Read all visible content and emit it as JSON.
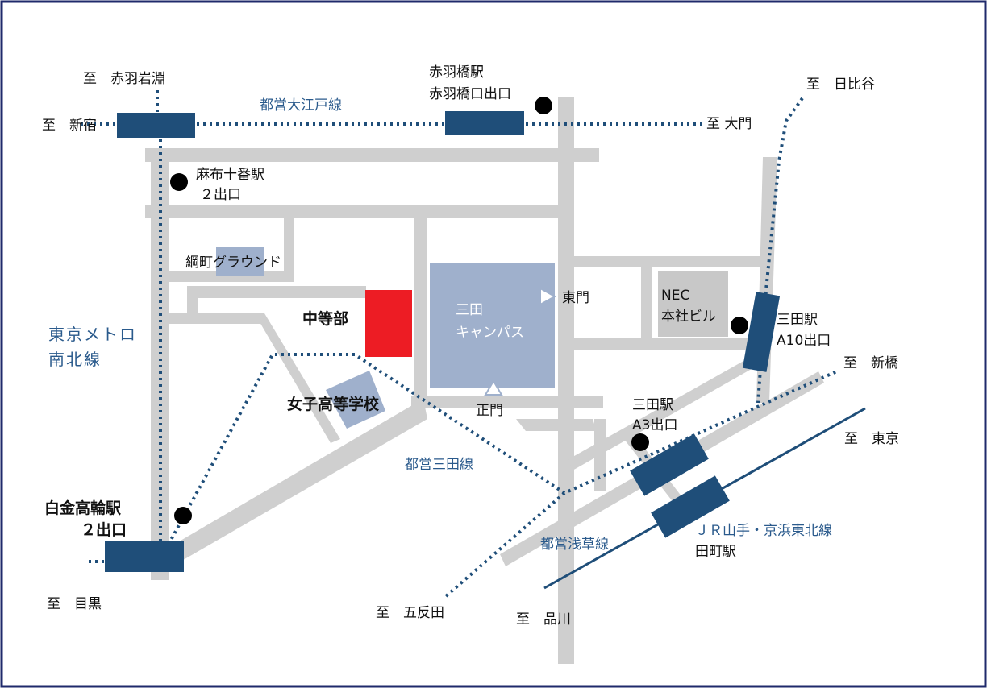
{
  "colors": {
    "road": "#cfcfcf",
    "station": "#1f4e79",
    "subway_line": "#1f4e79",
    "building": "#9fb0cc",
    "nec": "#c8c8c8",
    "school": "#ed1c24",
    "frame": "#1f2a6b",
    "line_label": "#2a5a8c"
  },
  "lines": {
    "oedo": "都営大江戸線",
    "namboku_1": "東京メトロ",
    "namboku_2": "南北線",
    "mita": "都営三田線",
    "asakusa": "都営浅草線",
    "jr": "ＪＲ山手・京浜東北線"
  },
  "directions": {
    "akabane": "至　赤羽岩淵",
    "shinjuku": "至　新宿",
    "daimon": "至 大門",
    "hibiya": "至　日比谷",
    "shimbashi": "至　新橋",
    "tokyo": "至　東京",
    "meguro": "至　目黒",
    "gotanda": "至　五反田",
    "shinagawa": "至　品川"
  },
  "stations": {
    "akabanebashi_1": "赤羽橋駅",
    "akabanebashi_2": "赤羽橋口出口",
    "azabujuban_1": "麻布十番駅",
    "azabujuban_2": "２出口",
    "mita_a10_1": "三田駅",
    "mita_a10_2": "A10出口",
    "mita_a3_1": "三田駅",
    "mita_a3_2": "A3出口",
    "shirokane_1": "白金高輪駅",
    "shirokane_2": "２出口",
    "tamachi": "田町駅"
  },
  "places": {
    "ground": "綱町グラウンド",
    "chutobu": "中等部",
    "girls_high": "女子高等学校",
    "campus_1": "三田",
    "campus_2": "キャンパス",
    "east_gate": "東門",
    "main_gate": "正門",
    "nec_1": "NEC",
    "nec_2": "本社ビル"
  }
}
